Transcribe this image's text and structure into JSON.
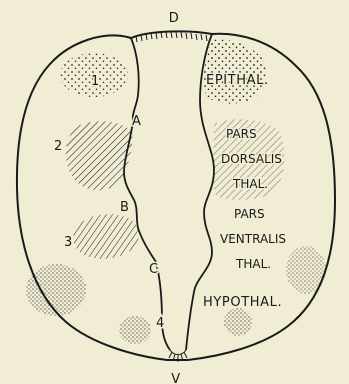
{
  "labels": {
    "dorsal": "D",
    "ventral": "V",
    "sulcus_a": "A",
    "sulcus_b": "B",
    "sulcus_c": "C",
    "area_1": "1",
    "area_2": "2",
    "area_3": "3",
    "area_4": "4",
    "epithal": "EPITHAL.",
    "pars_dorsalis_1": "PARS",
    "pars_dorsalis_2": "DORSALIS",
    "pars_dorsalis_3": "THAL.",
    "pars_ventralis_1": "PARS",
    "pars_ventralis_2": "VENTRALIS",
    "pars_ventralis_3": "THAL.",
    "hypothal": "HYPOTHAL."
  },
  "colors": {
    "background": "#f1ecd4",
    "ink": "#1a1a1a"
  }
}
